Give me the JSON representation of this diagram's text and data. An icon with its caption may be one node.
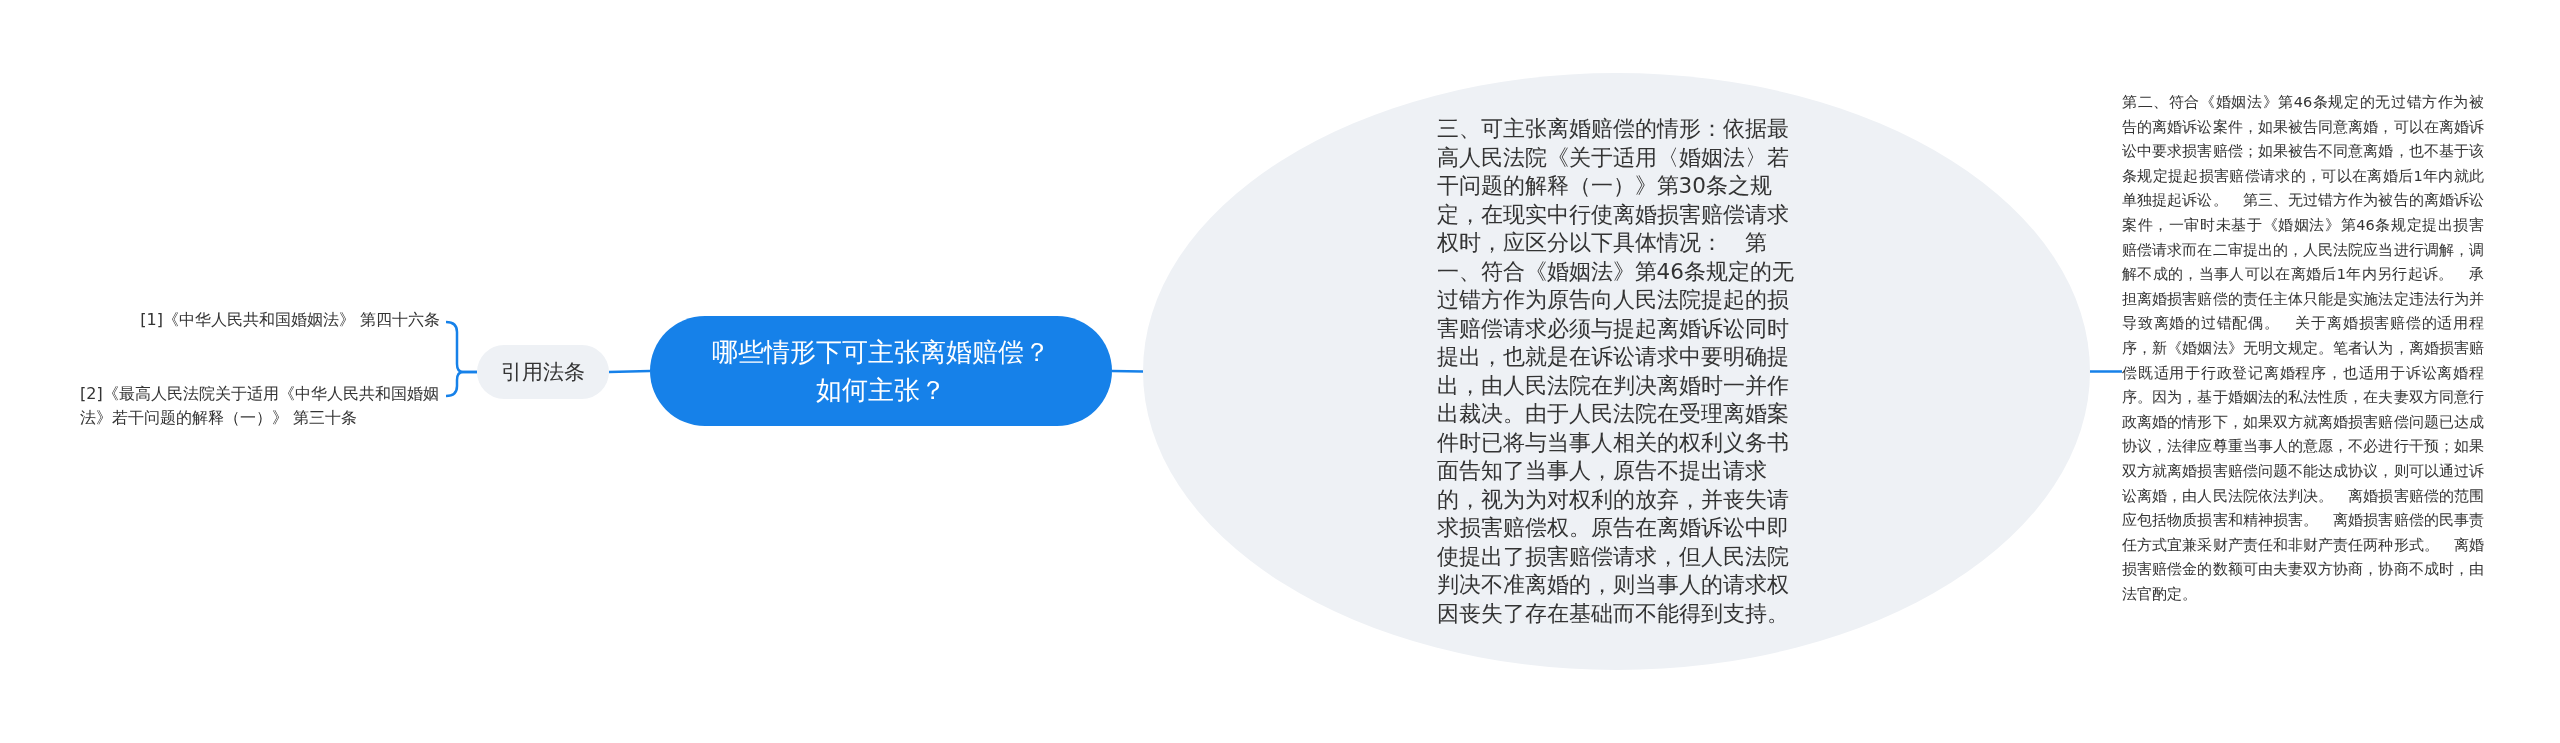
{
  "diagram": {
    "nodes": [
      {
        "text": [
          "哪些情形下可主张离婚赔偿？如何主张？"
        ]
      },
      {
        "text": [
          "引用法条"
        ]
      },
      {
        "text": [
          "[1]《中华人民共和国婚姻法》 第四十六条"
        ]
      },
      {
        "text": [
          "[2]《最高人民法院关于适用《中华人民共和国婚姻法》若干问题的解释（一）》 第三十条"
        ]
      },
      {
        "text": [
          "三、可主张离婚赔偿的情形：依据最高人民法院《关于适用〈婚姻法〉若干问题的解释（一）》第30条之规定，在现实中行使离婚损害赔偿请求权时，应区分以下具体情况：　第一、符合《婚姻法》第46条规定的无过错方作为原告向人民法院提起的损害赔偿请求必须与提起离婚诉讼同时提出，也就是在诉讼请求中要明确提出，由人民法院在判决离婚时一并作出裁决。由于人民法院在受理离婚案件时已将与当事人相关的权利义务书面告知了当事人，原告不提出请求的，视为为对权利的放弃，并丧失请求损害赔偿权。原告在离婚诉讼中即使提出了损害赔偿请求，但人民法院判决不准离婚的，则当事人的请求权因丧失了存在基础而不能得到支持。"
        ]
      },
      {
        "text": [
          "第二、符合《婚姻法》第46条规定的无过错方作为被告的离婚诉讼案件，如果被告同意离婚，可以在离婚诉讼中要求损害赔偿；如果被告不同意离婚，也不基于该条规定提起损害赔偿请求的，可以在离婚后1年内就此单独提起诉讼。　第三、无过错方作为被告的离婚诉讼案件，一审时未基于《婚姻法》第46条规定提出损害赔偿请求而在二审提出的，人民法院应当进行调解，调解不成的，当事人可以在离婚后1年内另行起诉。　承担离婚损害赔偿的责任主体只能是实施法定违法行为并导致离婚的过错配偶。　关于离婚损害赔偿的适用程序，新《婚姻法》无明文规定。笔者认为，离婚损害赔偿既适用于行政登记离婚程序，也适用于诉讼离婚程序。因为，基于婚姻法的私法性质，在夫妻双方同意行政离婚的情形下，如果双方就离婚损害赔偿问题已达成协议，法律应尊重当事人的意愿，不必进行干预；如果双方就离婚损害赔偿问题不能达成协议，则可以通过诉讼离婚，由人民法院依法判决。　离婚损害赔偿的范围应包括物质损害和精神损害。　离婚损害赔偿的民事责任方式宜兼采财产责任和非财产责任两种形式。　离婚损害赔偿金的数额可由夫妻双方协商，协商不成时，由法官酌定。"
        ]
      }
    ],
    "edges": [
      {
        "from": 0,
        "to": 1,
        "arrow": "none"
      },
      {
        "from": 1,
        "to": 2,
        "arrow": "none"
      },
      {
        "from": 1,
        "to": 3,
        "arrow": "none"
      },
      {
        "from": 0,
        "to": 4,
        "arrow": "none"
      },
      {
        "from": 4,
        "to": 5,
        "arrow": "none"
      }
    ]
  }
}
